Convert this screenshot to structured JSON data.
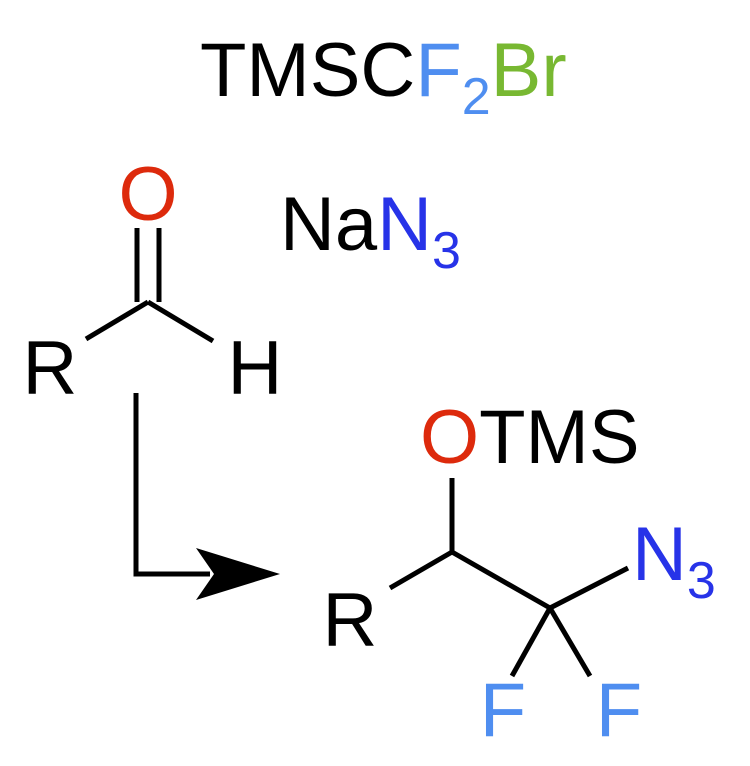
{
  "colors": {
    "black": "#000000",
    "oxygen": "#dd2a0c",
    "fluorine": "#4f8ef0",
    "bromine": "#78b832",
    "nitrogen": "#2733e8"
  },
  "reagent1": {
    "tms": "TMSC",
    "f": "F",
    "f_sub": "2",
    "br": "Br"
  },
  "reagent2": {
    "na": "Na",
    "n": "N",
    "n_sub": "3"
  },
  "reactant": {
    "o": "O",
    "r": "R",
    "h": "H"
  },
  "product": {
    "o": "O",
    "tms": "TMS",
    "r": "R",
    "n": "N",
    "n_sub": "3",
    "f_left": "F",
    "f_right": "F"
  }
}
